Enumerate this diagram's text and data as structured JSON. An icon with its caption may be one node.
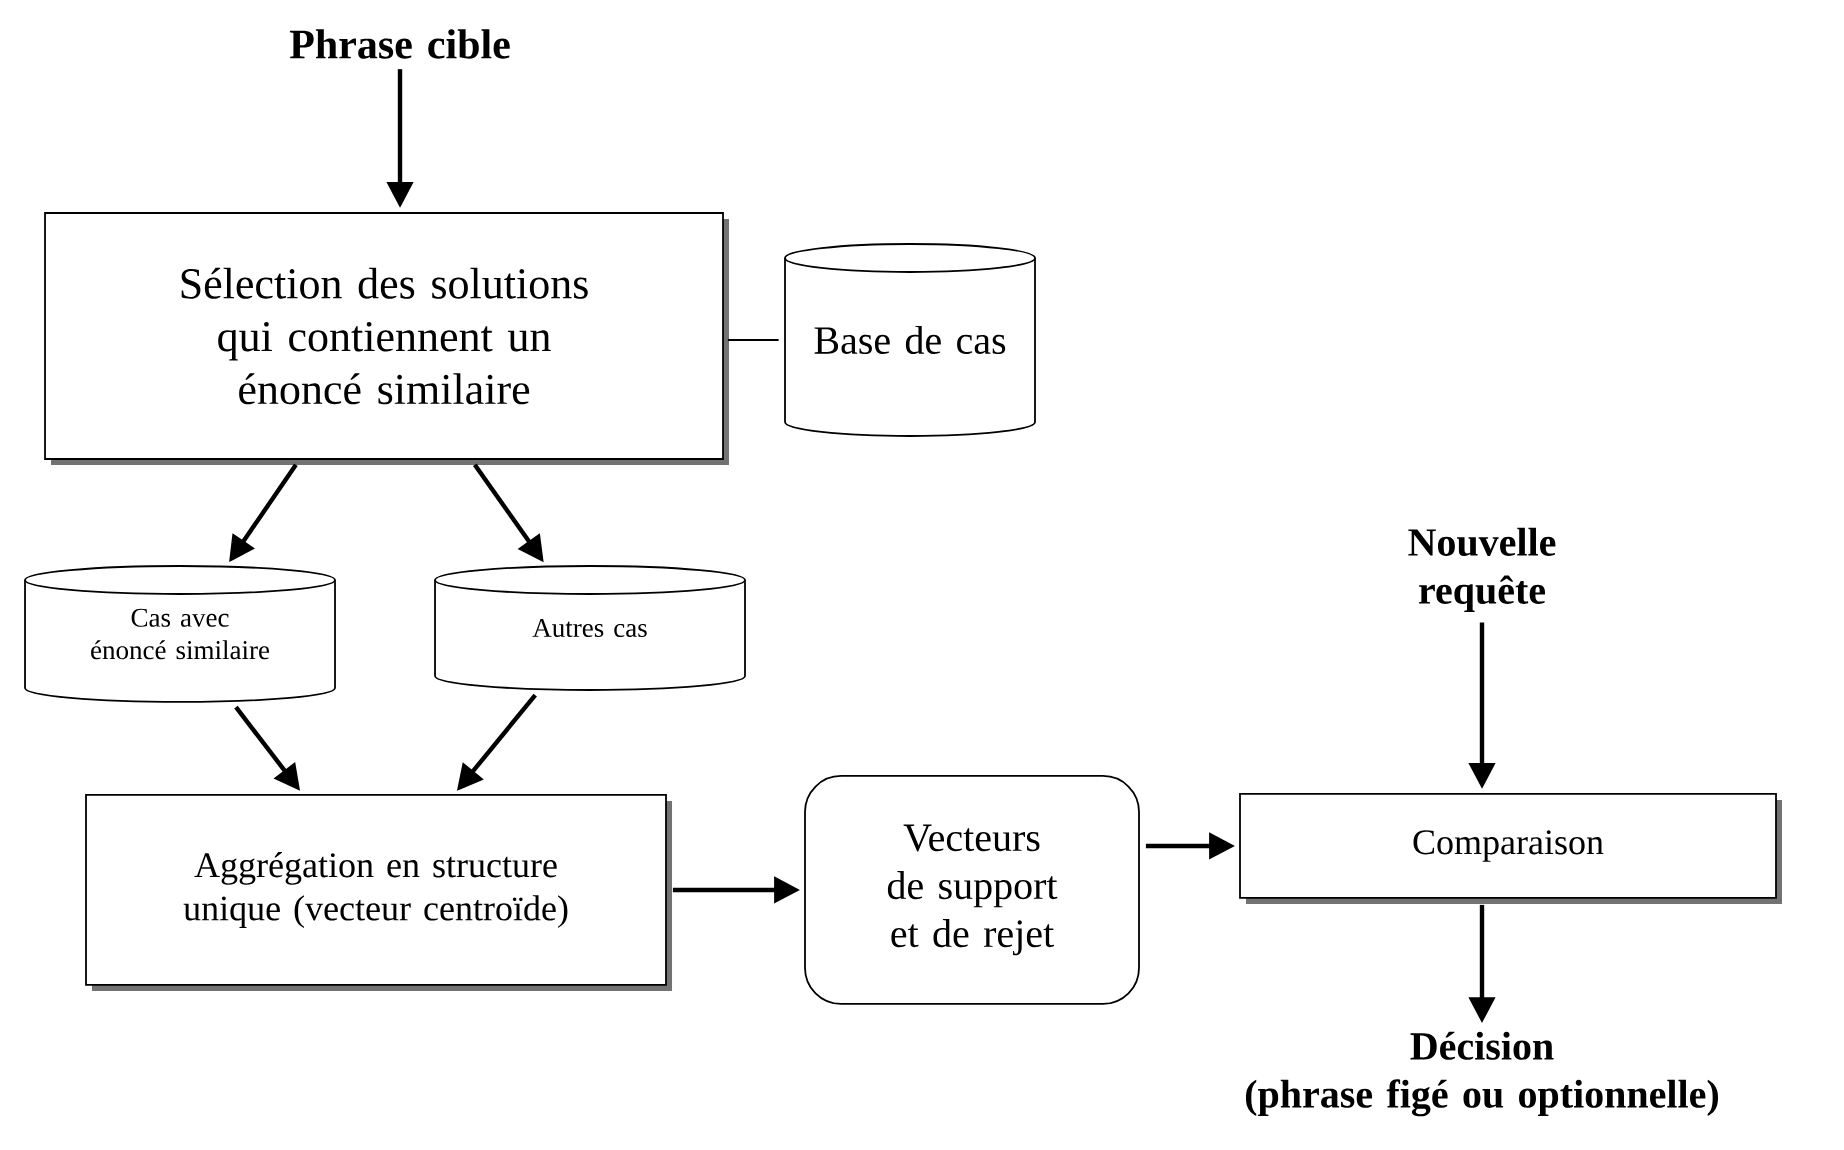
{
  "diagram": {
    "nodes": [
      {
        "text": [
          "Phrase cible"
        ]
      },
      {
        "text": [
          "Sélection des solutions qui contiennent un énoncé similaire"
        ]
      },
      {
        "text": [
          "Base de cas"
        ]
      },
      {
        "text": [
          "Cas avec énoncé similaire"
        ]
      },
      {
        "text": [
          "Autres cas"
        ]
      },
      {
        "text": [
          "Aggrégation en structure unique (vecteur centroïde)"
        ]
      },
      {
        "text": [
          "Vecteurs de support et de rejet"
        ]
      },
      {
        "text": [
          "Nouvelle requête"
        ]
      },
      {
        "text": [
          "Comparaison"
        ]
      },
      {
        "text": [
          "Décision",
          "(phrase figé ou optionnelle)"
        ]
      }
    ],
    "edges": [
      {
        "from": 0,
        "to": 1,
        "arrow": "to"
      },
      {
        "from": 2,
        "to": 1,
        "arrow": "none"
      },
      {
        "from": 1,
        "to": 3,
        "arrow": "to"
      },
      {
        "from": 1,
        "to": 4,
        "arrow": "to"
      },
      {
        "from": 3,
        "to": 5,
        "arrow": "to"
      },
      {
        "from": 4,
        "to": 5,
        "arrow": "to"
      },
      {
        "from": 5,
        "to": 6,
        "arrow": "to"
      },
      {
        "from": 6,
        "to": 8,
        "arrow": "to"
      },
      {
        "from": 7,
        "to": 8,
        "arrow": "to"
      },
      {
        "from": 8,
        "to": 9,
        "arrow": "to"
      }
    ]
  }
}
